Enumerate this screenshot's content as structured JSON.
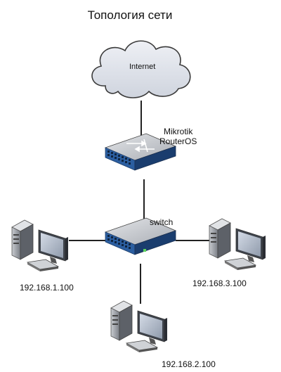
{
  "diagram": {
    "title": "Топология сети",
    "nodes": {
      "internet": {
        "label": "Internet",
        "icon": "cloud-icon"
      },
      "router": {
        "label_line1": "Mikrotik",
        "label_line2": "RouterOS",
        "icon": "router-icon"
      },
      "switch": {
        "label": "switch",
        "icon": "switch-icon"
      },
      "pc1": {
        "label": "192.168.1.100",
        "icon": "computer-icon"
      },
      "pc2": {
        "label": "192.168.2.100",
        "icon": "computer-icon"
      },
      "pc3": {
        "label": "192.168.3.100",
        "icon": "computer-icon"
      }
    },
    "links": [
      {
        "from": "internet",
        "to": "router"
      },
      {
        "from": "router",
        "to": "switch"
      },
      {
        "from": "switch",
        "to": "pc1"
      },
      {
        "from": "switch",
        "to": "pc2"
      },
      {
        "from": "switch",
        "to": "pc3"
      }
    ],
    "colors": {
      "cloud_fill": "#dde1ea",
      "cloud_stroke": "#3a3a3a",
      "device_blue": "#2b5ea0",
      "device_top": "#c9ccd1",
      "link": "#222222"
    }
  }
}
